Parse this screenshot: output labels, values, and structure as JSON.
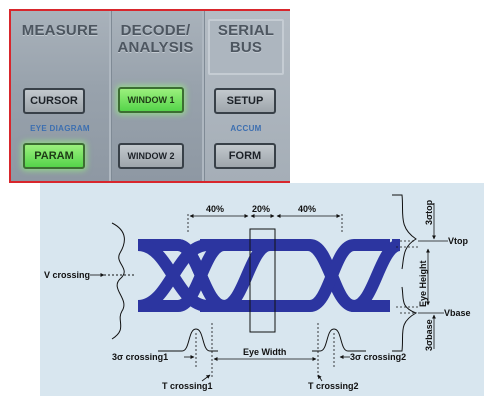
{
  "panel": {
    "measure": {
      "title": "MEASURE",
      "sublabel": "EYE DIAGRAM",
      "cursor_label": "CURSOR",
      "param_label": "PARAM"
    },
    "decode": {
      "title_line1": "DECODE/",
      "title_line2": "ANALYSIS",
      "window1_label": "WINDOW 1",
      "window2_label": "WINDOW 2"
    },
    "serial": {
      "title_line1": "SERIAL",
      "title_line2": "BUS",
      "sublabel": "ACCUM",
      "setup_label": "SETUP",
      "form_label": "FORM"
    },
    "colors": {
      "border": "#d8262c",
      "lit_button": "#6ee35a",
      "accent_text": "#3d6fb0"
    }
  },
  "diagram": {
    "pct_left": "40%",
    "pct_center": "20%",
    "pct_right": "40%",
    "v_crossing": "V crossing",
    "vtop": "Vtop",
    "vbase": "Vbase",
    "eye_height": "Eye Height",
    "sigma_top": "3σtop",
    "sigma_base": "3σbase",
    "sigma_crossing1": "3σ crossing1",
    "sigma_crossing2": "3σ crossing2",
    "eye_width": "Eye Width",
    "t_crossing1": "T crossing1",
    "t_crossing2": "T crossing2",
    "colors": {
      "trace": "#2c35a0",
      "background": "#d8e6ef"
    }
  }
}
